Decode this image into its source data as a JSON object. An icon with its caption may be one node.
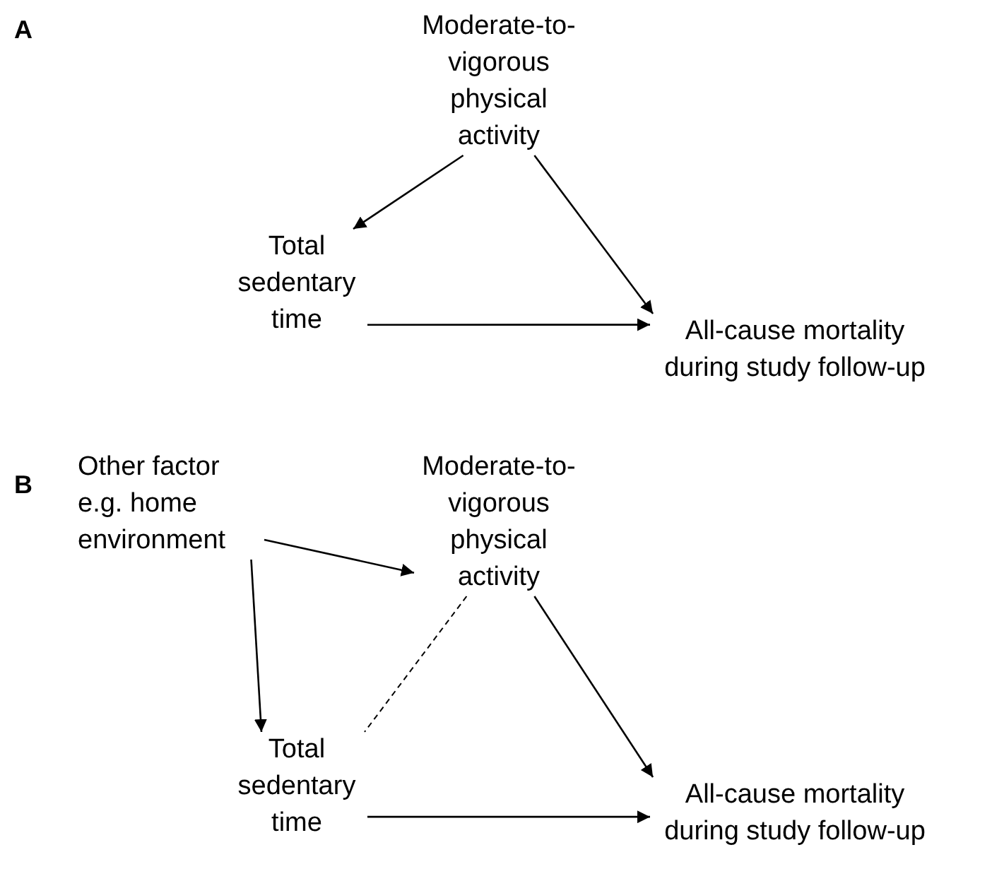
{
  "diagram": {
    "nodes": [
      {
        "text": [
          "Moderate-to-vigorous physical activity"
        ]
      },
      {
        "text": [
          "Total sedentary time"
        ]
      },
      {
        "text": [
          "All-cause mortality during study follow-up"
        ]
      },
      {
        "text": [
          "Other factor e.g. home environment"
        ]
      },
      {
        "text": [
          "Moderate-to-vigorous physical activity"
        ]
      },
      {
        "text": [
          "Total sedentary time"
        ]
      },
      {
        "text": [
          "All-cause mortality during study follow-up"
        ]
      }
    ],
    "edges": [
      {
        "from": 0,
        "to": 1,
        "arrow": "to"
      },
      {
        "from": 0,
        "to": 2,
        "arrow": "to"
      },
      {
        "from": 1,
        "to": 2,
        "arrow": "to"
      },
      {
        "from": 3,
        "to": 4,
        "arrow": "to"
      },
      {
        "from": 3,
        "to": 5,
        "arrow": "to"
      },
      {
        "from": 4,
        "to": 5,
        "arrow": "none",
        "style": "dashed"
      },
      {
        "from": 4,
        "to": 6,
        "arrow": "to"
      },
      {
        "from": 5,
        "to": 6,
        "arrow": "to"
      }
    ],
    "labels": [
      "A",
      "B"
    ]
  }
}
